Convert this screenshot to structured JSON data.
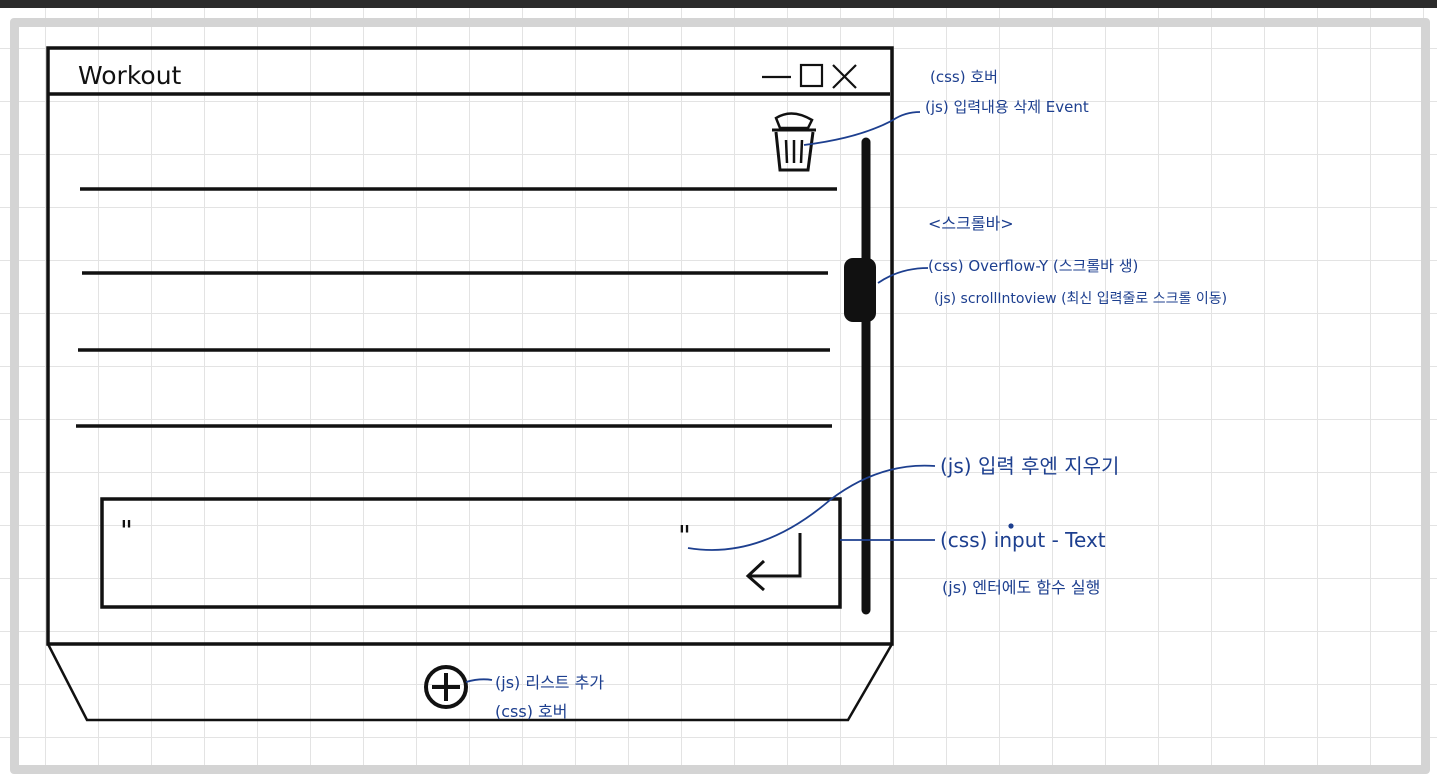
{
  "window": {
    "title": "Workout",
    "minimize_glyph": "—",
    "maximize_glyph": "☐",
    "close_glyph": "✕"
  },
  "list": {
    "row_count": 4
  },
  "input": {
    "open_quote": "\"",
    "close_quote": "\""
  },
  "annotations": {
    "trash_hover": "(css) 호버",
    "trash_delete": "(js) 입력내용 삭제 Event",
    "scrollbar_title": "<스크롤바>",
    "scrollbar_overflow": "(css) Overflow-Y (스크롤바 생)",
    "scrollbar_into_view": "(js) scrollIntoview (최신 입력줄로 스크롤 이동)",
    "input_clear": "(js) 입력 후엔 지우기",
    "input_text": "(css) input - Text",
    "input_enter": "(js) 엔터에도 함수 실행",
    "add_list": "(js) 리스트 추가",
    "add_hover": "(css) 호버"
  },
  "colors": {
    "ink": "#111111",
    "annotation_ink": "#1d3f8f",
    "grid": "#e3e3e3",
    "frame": "#d4d4d4"
  },
  "icons": [
    "trash-icon",
    "enter-icon",
    "plus-circle-icon",
    "minimize-icon",
    "maximize-icon",
    "close-icon"
  ]
}
